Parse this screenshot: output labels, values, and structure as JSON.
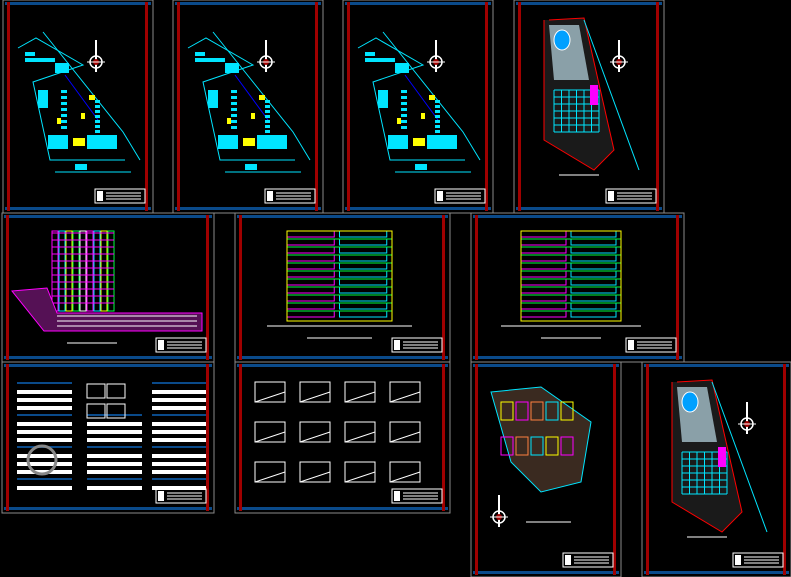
{
  "viewport": {
    "background": "#000000"
  },
  "colors": {
    "sheet_frame": "#8a8a8a",
    "border_red": "#a00000",
    "border_blue": "#0a4a8a",
    "cyan": "#00e5ff",
    "yellow": "#ffff00",
    "magenta": "#ff00ff",
    "green": "#00ff40",
    "white": "#ffffff",
    "blue": "#0000ff",
    "red": "#ff0000"
  },
  "sheets": [
    {
      "id": "site-plan-1",
      "kind": "site-plan"
    },
    {
      "id": "site-plan-2",
      "kind": "site-plan"
    },
    {
      "id": "site-plan-3",
      "kind": "site-plan"
    },
    {
      "id": "landscape-plan-1",
      "kind": "landscape"
    },
    {
      "id": "section-1",
      "kind": "section"
    },
    {
      "id": "elevation-1",
      "kind": "elevation"
    },
    {
      "id": "elevation-2",
      "kind": "elevation"
    },
    {
      "id": "notes-sheet",
      "kind": "notes"
    },
    {
      "id": "details-sheet",
      "kind": "details"
    },
    {
      "id": "floor-plan",
      "kind": "floorplan"
    },
    {
      "id": "landscape-plan-2",
      "kind": "landscape"
    }
  ]
}
